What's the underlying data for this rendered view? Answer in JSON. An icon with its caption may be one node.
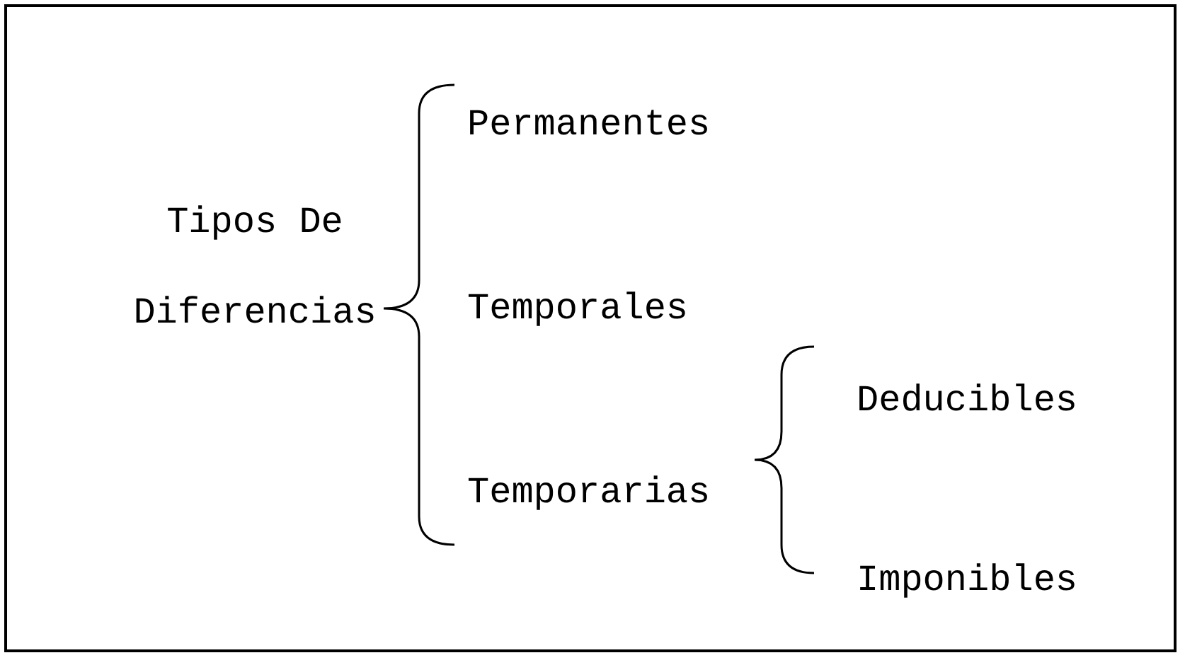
{
  "diagram": {
    "labels": [
      "Tipos De Diferencias",
      "Permanentes",
      "Temporales",
      "Temporarias",
      "Deducibles",
      "Imponibles"
    ]
  }
}
